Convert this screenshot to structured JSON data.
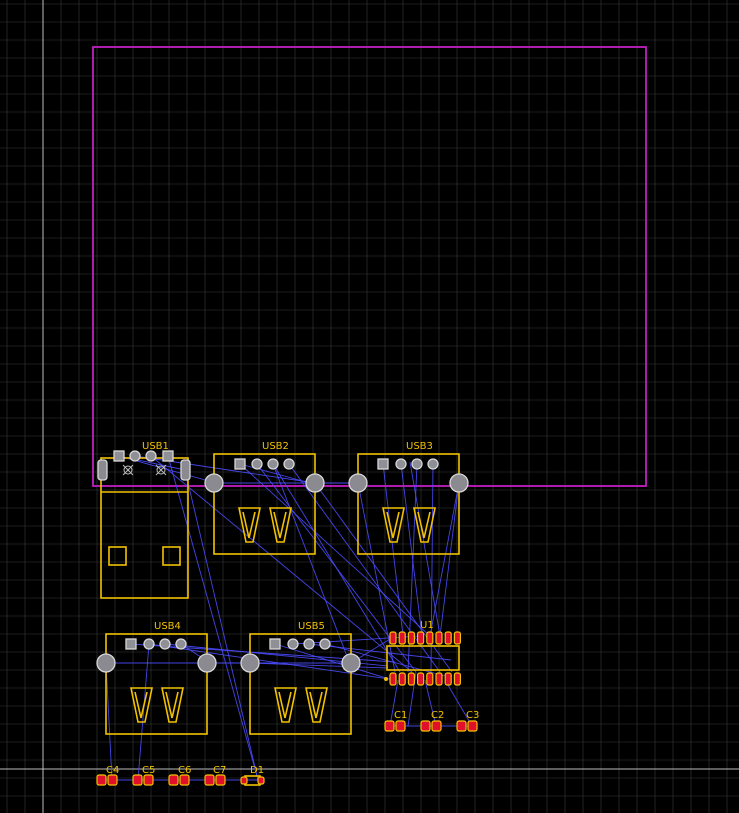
{
  "board": {
    "colors": {
      "background": "#000000",
      "grid": "#3a3a3a",
      "board_outline": "#c21fc2",
      "silkscreen": "#f2c200",
      "smd_pad": "#e0102a",
      "through_hole_pad": "#8f8f96",
      "ratsnest": "#4b4bff"
    }
  },
  "components": {
    "usb1": {
      "designator": "USB1"
    },
    "usb2": {
      "designator": "USB2"
    },
    "usb3": {
      "designator": "USB3"
    },
    "usb4": {
      "designator": "USB4"
    },
    "usb5": {
      "designator": "USB5"
    },
    "u1": {
      "designator": "U1"
    },
    "c1": {
      "designator": "C1"
    },
    "c2": {
      "designator": "C2"
    },
    "c3": {
      "designator": "C3"
    },
    "c4": {
      "designator": "C4"
    },
    "c5": {
      "designator": "C5"
    },
    "c6": {
      "designator": "C6"
    },
    "c7": {
      "designator": "C7"
    },
    "d1": {
      "designator": "D1"
    }
  }
}
